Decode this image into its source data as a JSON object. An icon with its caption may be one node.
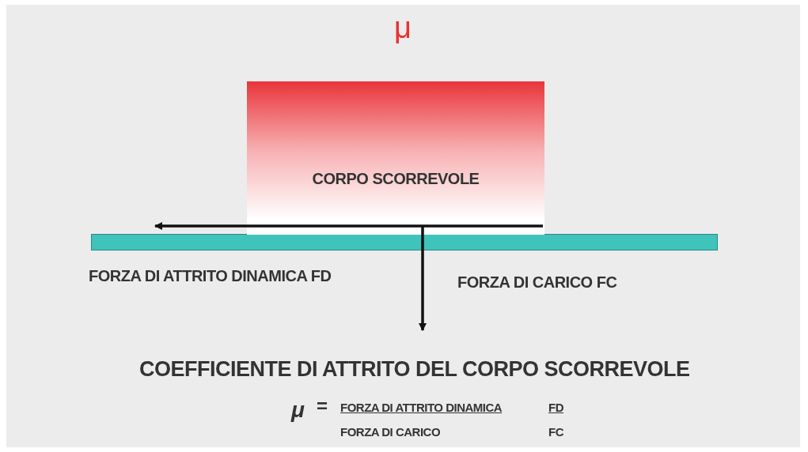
{
  "diagram": {
    "nodes": [
      {
        "text": [
          "CORPO SCORREVOLE"
        ]
      }
    ],
    "labels": [
      "μ",
      "FORZA DI ATTRITO DINAMICA FD",
      "FORZA DI CARICO FC",
      "COEFFICIENTE DI ATTRITO DEL CORPO SCORREVOLE",
      "μ",
      "=",
      "FORZA DI ATTRITO DINAMICA",
      "FD",
      "FORZA DI CARICO",
      "FC"
    ]
  }
}
